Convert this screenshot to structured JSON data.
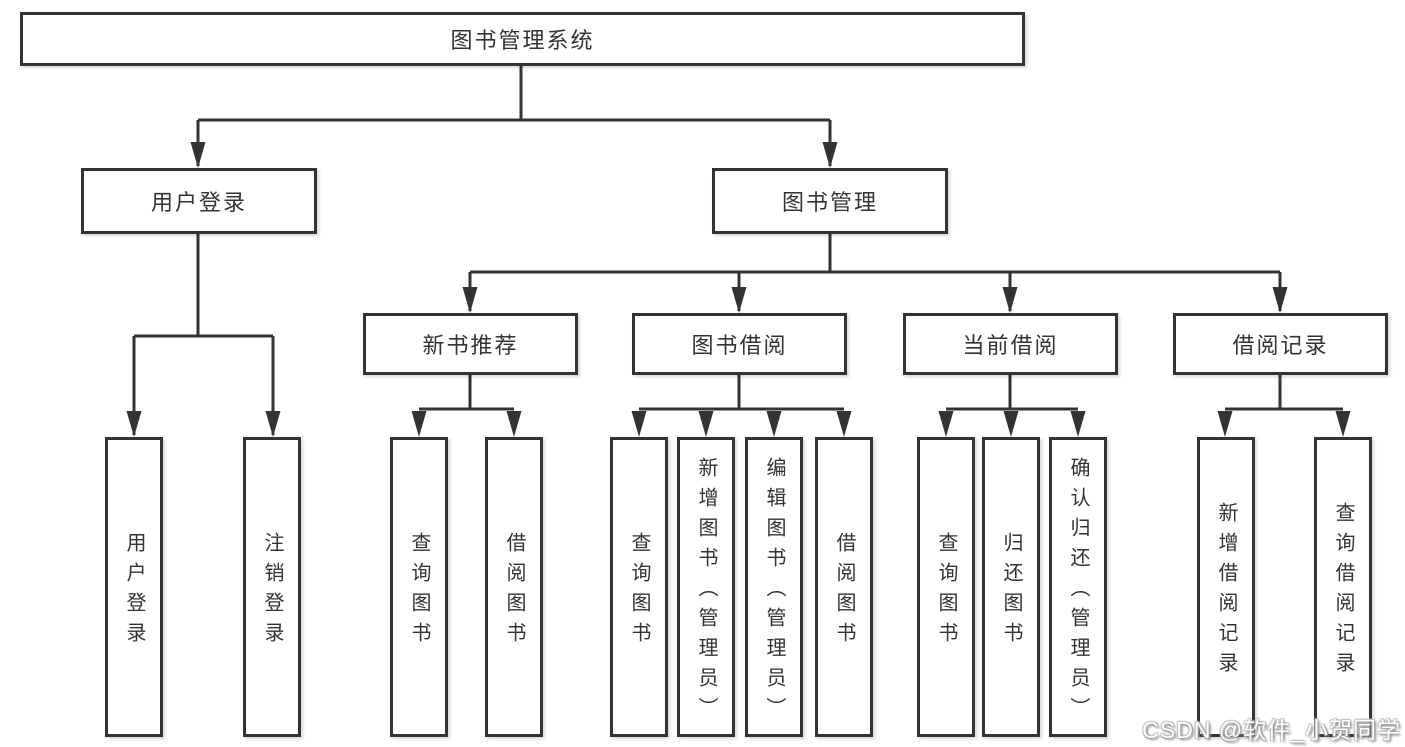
{
  "tree": {
    "root": "图书管理系统",
    "children": [
      {
        "label": "用户登录",
        "children": [
          {
            "label": "用户登录"
          },
          {
            "label": "注销登录"
          }
        ]
      },
      {
        "label": "图书管理",
        "children": [
          {
            "label": "新书推荐",
            "children": [
              {
                "label": "查询图书"
              },
              {
                "label": "借阅图书"
              }
            ]
          },
          {
            "label": "图书借阅",
            "children": [
              {
                "label": "查询图书"
              },
              {
                "label": "新增图书（管理员）"
              },
              {
                "label": "编辑图书（管理员）"
              },
              {
                "label": "借阅图书"
              }
            ]
          },
          {
            "label": "当前借阅",
            "children": [
              {
                "label": "查询图书"
              },
              {
                "label": "归还图书"
              },
              {
                "label": "确认归还（管理员）"
              }
            ]
          },
          {
            "label": "借阅记录",
            "children": [
              {
                "label": "新增借阅记录"
              },
              {
                "label": "查询借阅记录"
              }
            ]
          }
        ]
      }
    ]
  },
  "colors": {
    "line": "#333333",
    "box_border": "#333333",
    "box_fill": "#ffffff",
    "text": "#333333"
  },
  "watermark": {
    "text": "CSDN @软件_小贺同学"
  }
}
